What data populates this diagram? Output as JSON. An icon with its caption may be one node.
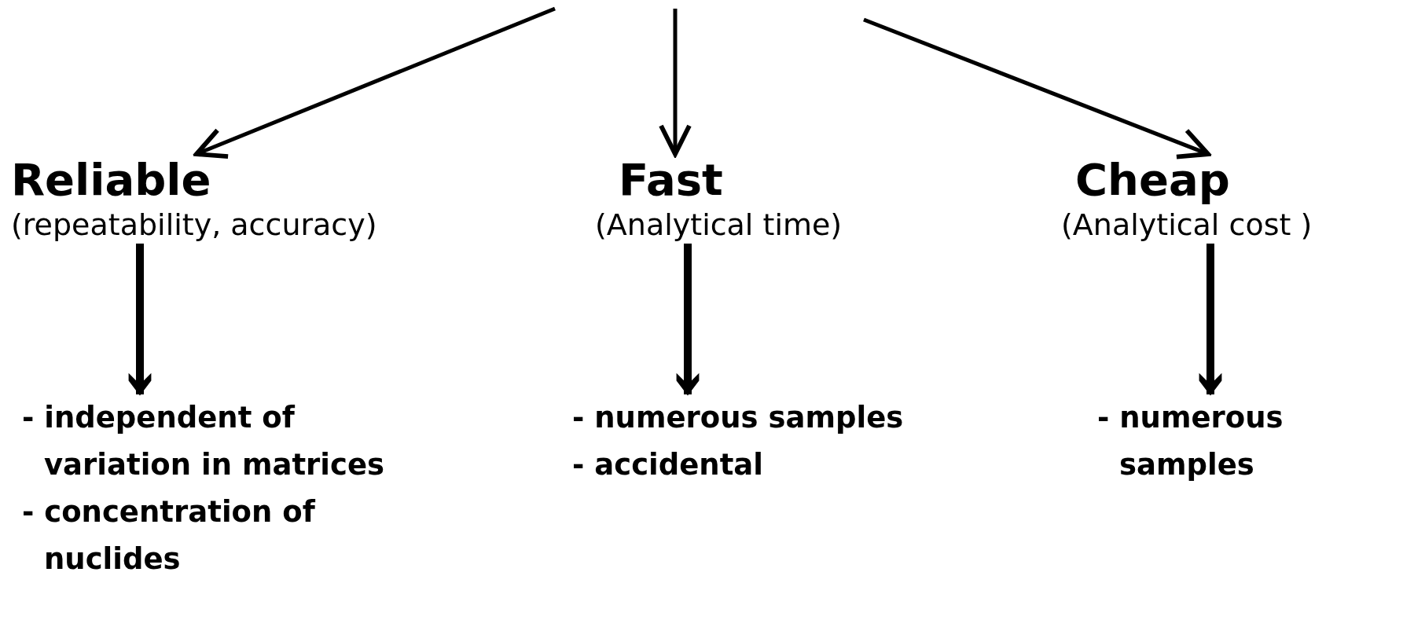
{
  "diagram": {
    "nodes": [
      {
        "text": [
          "Reliable",
          "(repeatability, accuracy)"
        ]
      },
      {
        "text": [
          "Fast",
          "(Analytical time)"
        ]
      },
      {
        "text": [
          "Cheap",
          "(Analytical cost )"
        ]
      },
      {
        "text": [
          "- independent of variation in matrices",
          "- concentration of nuclides"
        ]
      },
      {
        "text": [
          "- numerous samples",
          "- accidental"
        ]
      },
      {
        "text": [
          "- numerous samples"
        ]
      }
    ],
    "edges": [
      {
        "from": null,
        "to": 0,
        "arrow": "to"
      },
      {
        "from": null,
        "to": 1,
        "arrow": "to"
      },
      {
        "from": null,
        "to": 2,
        "arrow": "to"
      },
      {
        "from": 0,
        "to": 3,
        "arrow": "to",
        "style": "thick"
      },
      {
        "from": 1,
        "to": 4,
        "arrow": "to",
        "style": "thick"
      },
      {
        "from": 2,
        "to": 5,
        "arrow": "to",
        "style": "thick"
      }
    ]
  }
}
